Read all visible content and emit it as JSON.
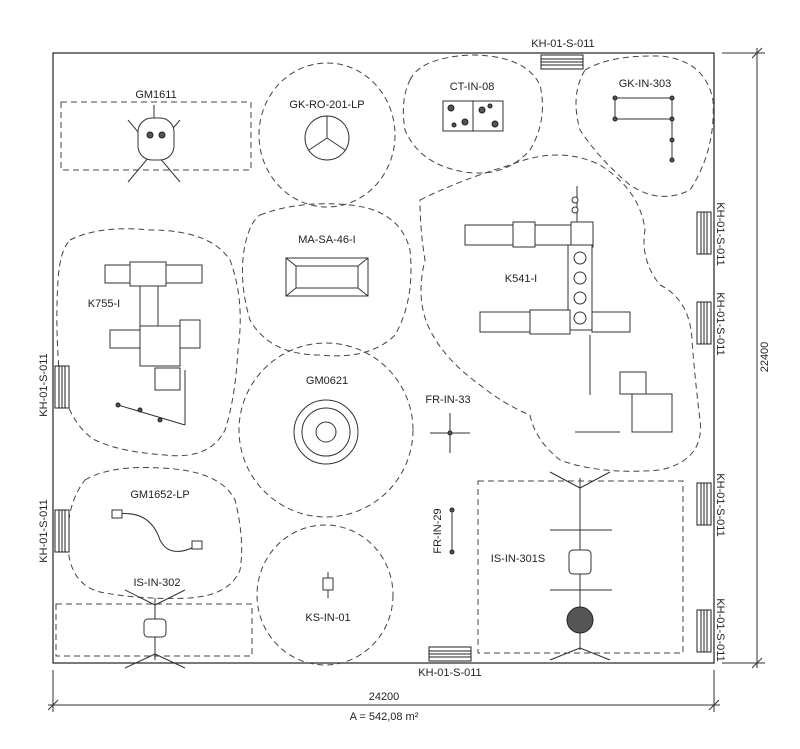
{
  "equipment": {
    "gm1611": "GM1611",
    "gk_ro_201_lp": "GK-RO-201-LP",
    "ct_in_08": "CT-IN-08",
    "gk_in_303": "GK-IN-303",
    "k755_i": "K755-I",
    "ma_sa_46_i": "MA-SA-46-I",
    "k541_i": "K541-I",
    "gm0621": "GM0621",
    "fr_in_33": "FR-IN-33",
    "gm1652_lp": "GM1652-LP",
    "fr_in_29": "FR-IN-29",
    "is_in_301s": "IS-IN-301S",
    "is_in_302": "IS-IN-302",
    "ks_in_01": "KS-IN-01"
  },
  "benches": {
    "top": "KH-01-S-011",
    "bottom": "KH-01-S-011",
    "left_upper": "KH-01-S-011",
    "left_lower": "KH-01-S-011",
    "right_1": "KH-01-S-011",
    "right_2": "KH-01-S-011",
    "right_3": "KH-01-S-011",
    "right_4": "KH-01-S-011"
  },
  "dimensions": {
    "width": "24200",
    "height": "22400",
    "area": "A = 542,08 m²"
  }
}
